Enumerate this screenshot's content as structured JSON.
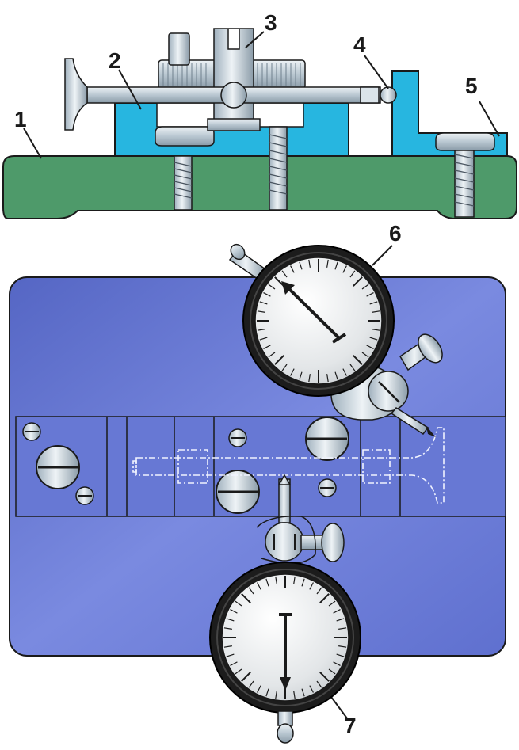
{
  "diagram": {
    "callouts": [
      {
        "id": "1",
        "label": "1"
      },
      {
        "id": "2",
        "label": "2"
      },
      {
        "id": "3",
        "label": "3"
      },
      {
        "id": "4",
        "label": "4"
      },
      {
        "id": "5",
        "label": "5"
      },
      {
        "id": "6",
        "label": "6"
      },
      {
        "id": "7",
        "label": "7"
      }
    ],
    "colors": {
      "base_green": "#4e9a6a",
      "fixture_cyan": "#27b6e0",
      "plate_blue": "#6f7fd6",
      "steel_light": "#d9e3ea",
      "steel_mid": "#9fb0bd",
      "dial_bezel": "#1c1c1c",
      "outline": "#1a1a1a"
    }
  }
}
